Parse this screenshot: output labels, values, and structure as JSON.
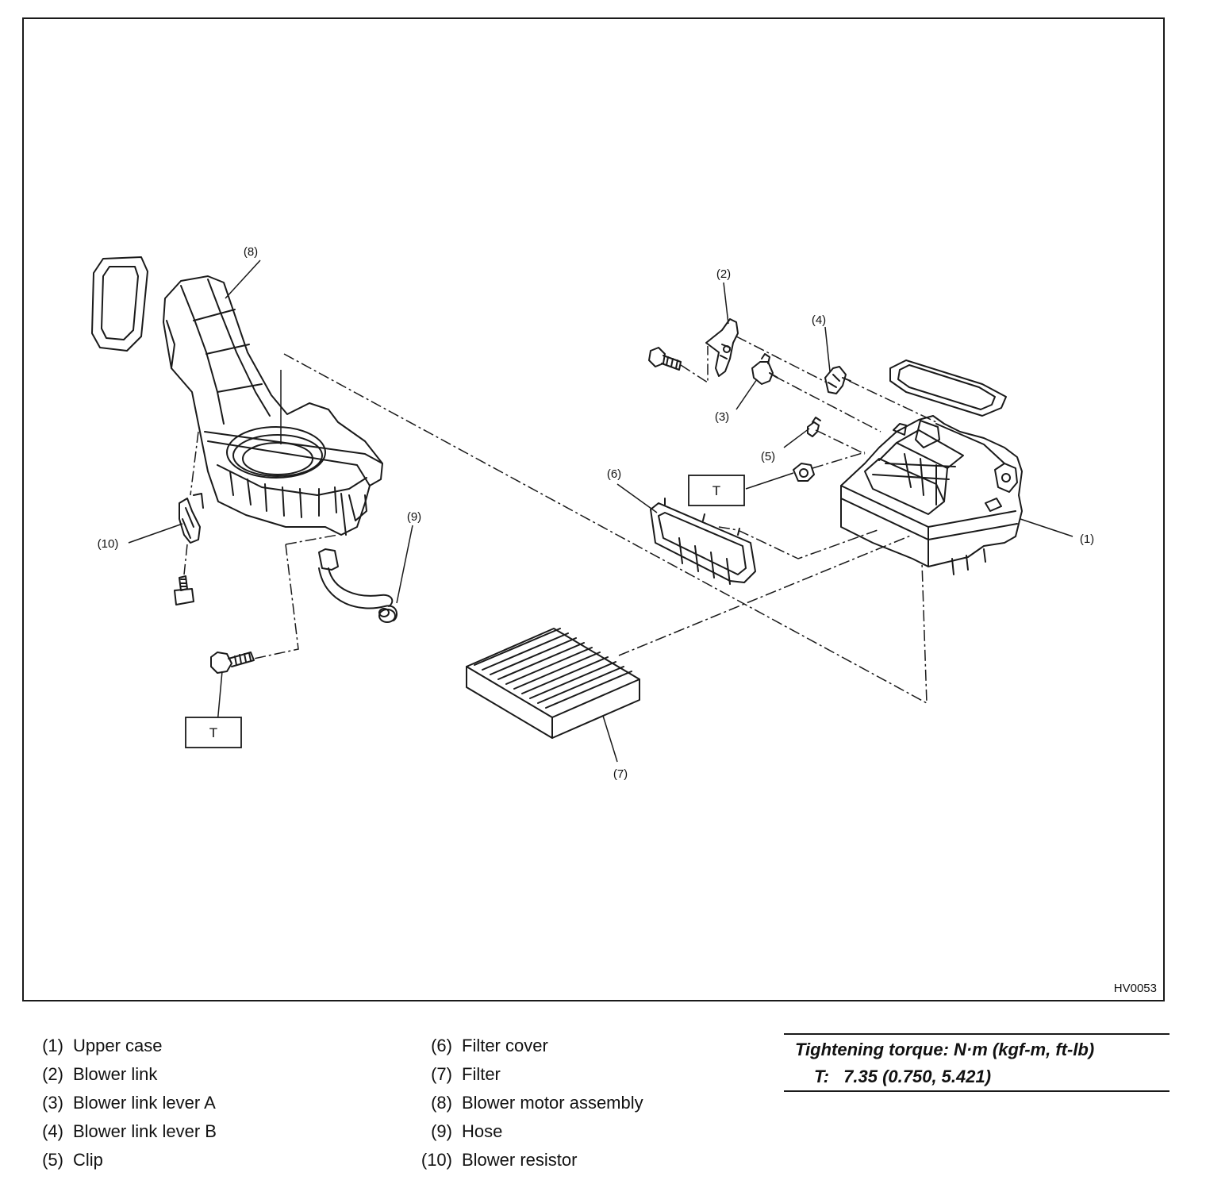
{
  "figure": {
    "id": "HV0053",
    "callouts": [
      "(1)",
      "(2)",
      "(3)",
      "(4)",
      "(5)",
      "(6)",
      "(7)",
      "(8)",
      "(9)",
      "(10)"
    ],
    "torque_box_label": "T"
  },
  "legend": [
    {
      "num": "(1)",
      "name": "Upper case"
    },
    {
      "num": "(2)",
      "name": "Blower link"
    },
    {
      "num": "(3)",
      "name": "Blower link lever A"
    },
    {
      "num": "(4)",
      "name": "Blower link lever B"
    },
    {
      "num": "(5)",
      "name": "Clip"
    },
    {
      "num": "(6)",
      "name": "Filter cover"
    },
    {
      "num": "(7)",
      "name": "Filter"
    },
    {
      "num": "(8)",
      "name": "Blower motor assembly"
    },
    {
      "num": "(9)",
      "name": "Hose"
    },
    {
      "num": "(10)",
      "name": "Blower resistor"
    }
  ],
  "torque": {
    "title": "Tightening torque: N·m (kgf-m, ft-lb)",
    "symbol": "T:",
    "value": "7.35 (0.750, 5.421)"
  }
}
